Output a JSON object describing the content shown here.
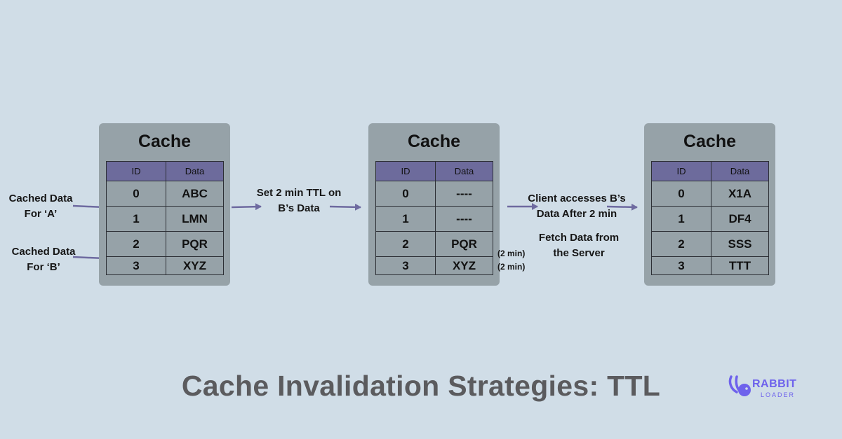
{
  "panels": [
    {
      "title": "Cache",
      "headers": [
        "ID",
        "Data"
      ],
      "rows": [
        [
          "0",
          "ABC"
        ],
        [
          "1",
          "LMN"
        ],
        [
          "2",
          "PQR"
        ],
        [
          "3",
          "XYZ"
        ]
      ]
    },
    {
      "title": "Cache",
      "headers": [
        "ID",
        "Data"
      ],
      "rows": [
        [
          "0",
          "----"
        ],
        [
          "1",
          "----"
        ],
        [
          "2",
          "PQR"
        ],
        [
          "3",
          "XYZ"
        ]
      ]
    },
    {
      "title": "Cache",
      "headers": [
        "ID",
        "Data"
      ],
      "rows": [
        [
          "0",
          "X1A"
        ],
        [
          "1",
          "DF4"
        ],
        [
          "2",
          "SSS"
        ],
        [
          "3",
          "TTT"
        ]
      ]
    }
  ],
  "labels": {
    "cached_a_line1": "Cached Data",
    "cached_a_line2": "For ‘A’",
    "cached_b_line1": "Cached Data",
    "cached_b_line2": "For ‘B’",
    "ttl_line1": "Set 2 min TTL on",
    "ttl_line2": "B’s Data",
    "client_line1": "Client accesses B’s",
    "client_line2": "Data After 2 min",
    "fetch_line1": "Fetch Data from",
    "fetch_line2": "the Server",
    "ttl_mark_row2": "(2 min)",
    "ttl_mark_row3": "(2 min)"
  },
  "title": "Cache Invalidation Strategies: TTL",
  "logo": {
    "word1": "RABBIT",
    "word2": "LOADER",
    "color": "#6e62ec"
  },
  "colors": {
    "background": "#d0dde7",
    "panel": "#96a2a8",
    "table_header": "#6d6b9c",
    "arrow": "#6e6aa0",
    "title": "#5b5b5e"
  }
}
